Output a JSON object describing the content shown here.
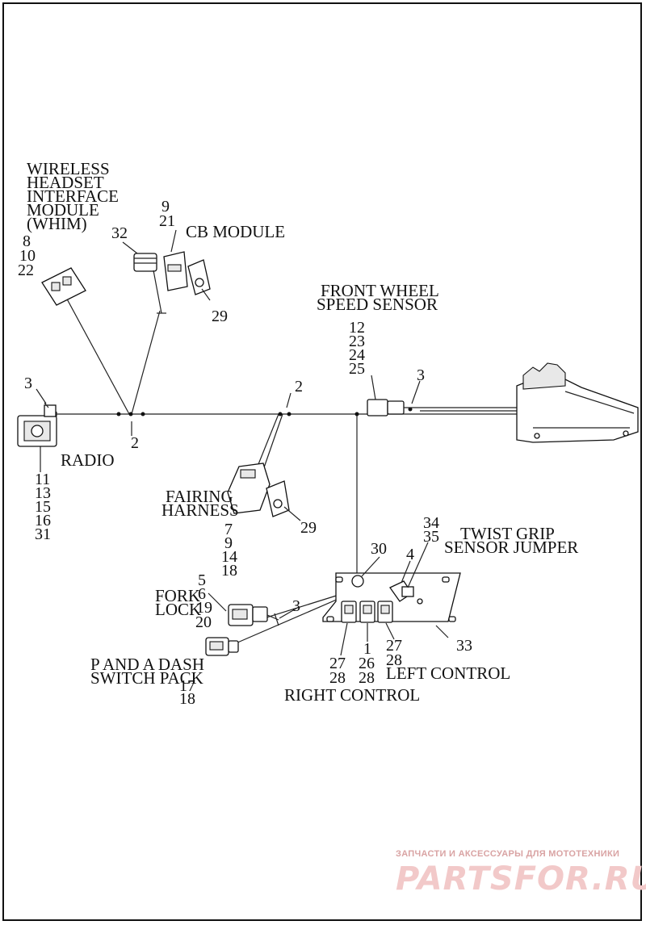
{
  "labels": {
    "whim": [
      "WIRELESS",
      "HEADSET",
      "INTERFACE",
      "MODULE",
      "(WHIM)"
    ],
    "cb_module": "CB MODULE",
    "front_wheel": [
      "FRONT WHEEL",
      "SPEED SENSOR"
    ],
    "radio": "RADIO",
    "fairing": [
      "FAIRING",
      "HARNESS"
    ],
    "twist_grip": [
      "TWIST GRIP",
      "SENSOR JUMPER"
    ],
    "fork_lock": [
      "FORK",
      "LOCK"
    ],
    "p_and_a": [
      "P AND A DASH",
      "SWITCH PACK"
    ],
    "left_control": "LEFT CONTROL",
    "right_control": "RIGHT CONTROL"
  },
  "callouts": {
    "whim_nums": [
      "8",
      "10",
      "22"
    ],
    "cb_nums": [
      "9",
      "21"
    ],
    "cb_32": "32",
    "cb_29": "29",
    "fws_nums": [
      "12",
      "23",
      "24",
      "25"
    ],
    "fws_3": "3",
    "radio_3": "3",
    "radio_nums": [
      "11",
      "13",
      "15",
      "16",
      "31"
    ],
    "mid_2a": "2",
    "mid_2b": "2",
    "fairing_nums": [
      "7",
      "9",
      "14",
      "18"
    ],
    "fairing_29": "29",
    "c30": "30",
    "c4": "4",
    "twist_nums": [
      "34",
      "35"
    ],
    "fork_nums": [
      "5",
      "6",
      "19",
      "20"
    ],
    "fork_3": "3",
    "pa_nums": [
      "17",
      "18"
    ],
    "c33": "33",
    "lc_27": "27",
    "lc_28": "28",
    "mid_1": "1",
    "mid_26": "26",
    "mid_28": "28",
    "rc_27": "27",
    "rc_28": "28"
  },
  "watermark": {
    "caption": "ЗАПЧАСТИ И АКСЕССУАРЫ ДЛЯ МОТОТЕХНИКИ",
    "logo": "PARTSFOR.RU"
  }
}
